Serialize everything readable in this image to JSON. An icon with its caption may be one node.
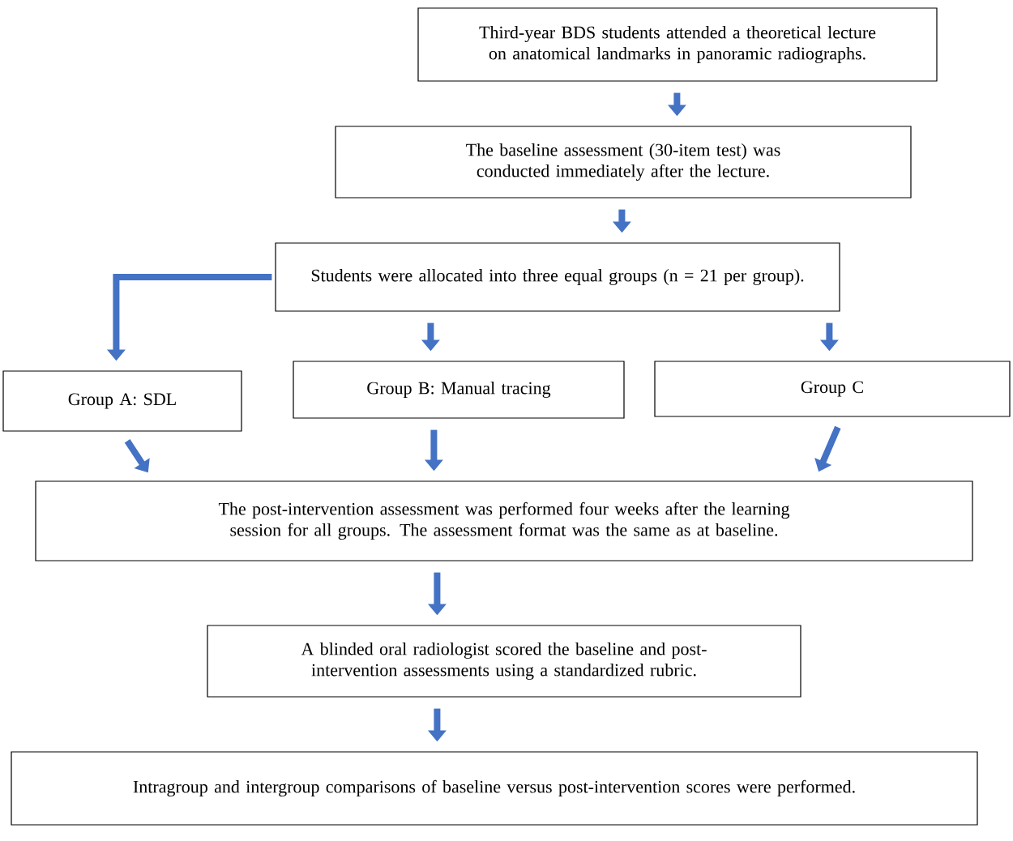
{
  "diagram": {
    "nodes": [
      {
        "text": [
          "Third-year BDS students attended a theoretical lecture on anatomical landmarks in panoramic radiographs."
        ]
      },
      {
        "text": [
          "The baseline assessment (30-item test) was conducted immediately after the lecture."
        ]
      },
      {
        "text": [
          "Students were allocated into three equal groups (n = 21 per group)."
        ]
      },
      {
        "text": [
          "Group A: SDL"
        ]
      },
      {
        "text": [
          "Group B: Manual tracing"
        ]
      },
      {
        "text": [
          "Group C"
        ]
      },
      {
        "text": [
          "The post-intervention assessment was performed four weeks after the learning session for all groups. The assessment format was the same as at baseline."
        ]
      },
      {
        "text": [
          "A blinded oral radiologist scored the baseline and post-intervention assessments using a standardized rubric."
        ]
      },
      {
        "text": [
          "Intragroup and intergroup comparisons of baseline versus post-intervention scores were performed."
        ]
      }
    ],
    "edges": [
      {
        "from": 0,
        "to": 1,
        "arrow": "to"
      },
      {
        "from": 1,
        "to": 2,
        "arrow": "to"
      },
      {
        "from": 2,
        "to": 3,
        "arrow": "to"
      },
      {
        "from": 2,
        "to": 4,
        "arrow": "to"
      },
      {
        "from": 2,
        "to": 5,
        "arrow": "to"
      },
      {
        "from": 3,
        "to": 6,
        "arrow": "to"
      },
      {
        "from": 4,
        "to": 6,
        "arrow": "to"
      },
      {
        "from": 5,
        "to": 6,
        "arrow": "to"
      },
      {
        "from": 6,
        "to": 7,
        "arrow": "to"
      },
      {
        "from": 7,
        "to": 8,
        "arrow": "to"
      }
    ]
  }
}
